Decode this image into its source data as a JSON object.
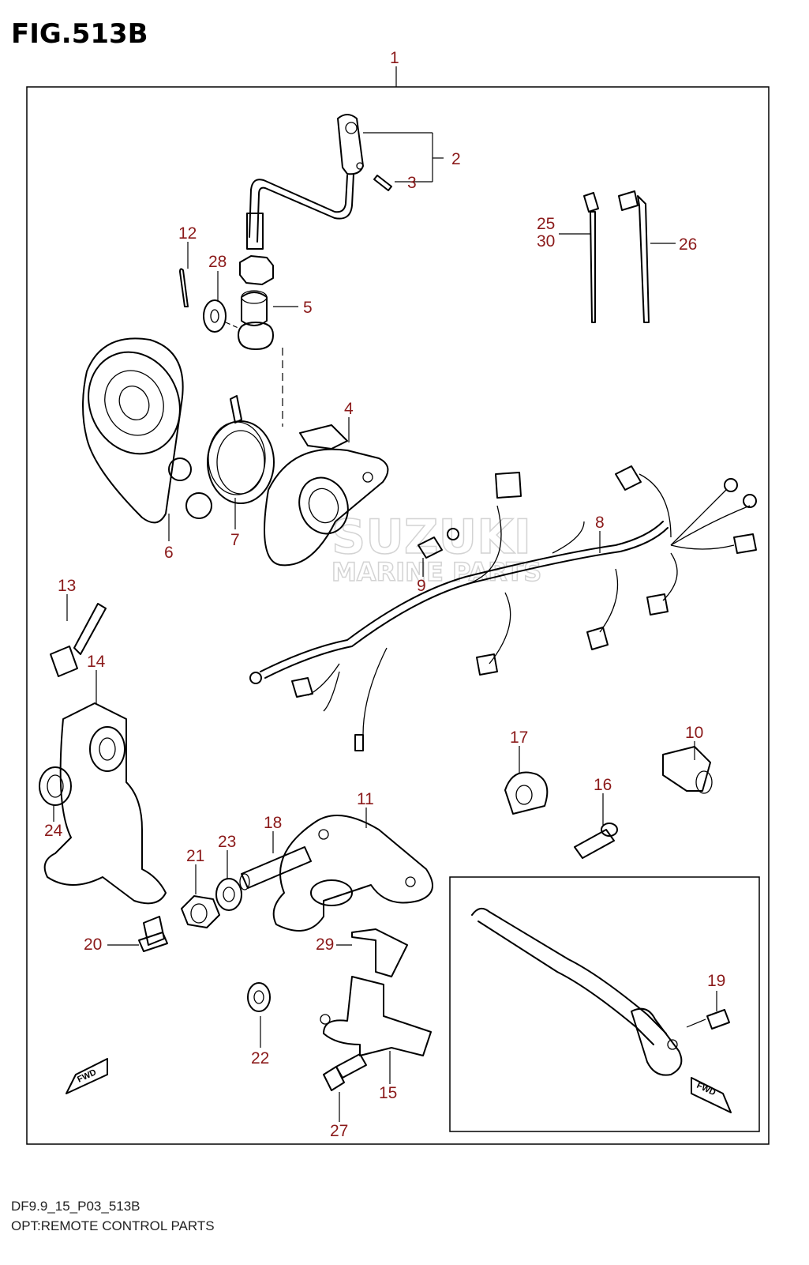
{
  "figure": {
    "title": "FIG.513B",
    "code": "DF9.9_15_P03_513B",
    "caption": "OPT:REMOTE CONTROL PARTS"
  },
  "watermark": {
    "line1": "SUZUKI",
    "line2": "MARINE PARTS"
  },
  "fwd_label": "FWD",
  "callouts": [
    "1",
    "2",
    "3",
    "4",
    "5",
    "6",
    "7",
    "8",
    "9",
    "10",
    "11",
    "12",
    "13",
    "14",
    "15",
    "16",
    "17",
    "18",
    "19",
    "20",
    "21",
    "22",
    "23",
    "24",
    "25",
    "26",
    "27",
    "28",
    "29",
    "30"
  ]
}
